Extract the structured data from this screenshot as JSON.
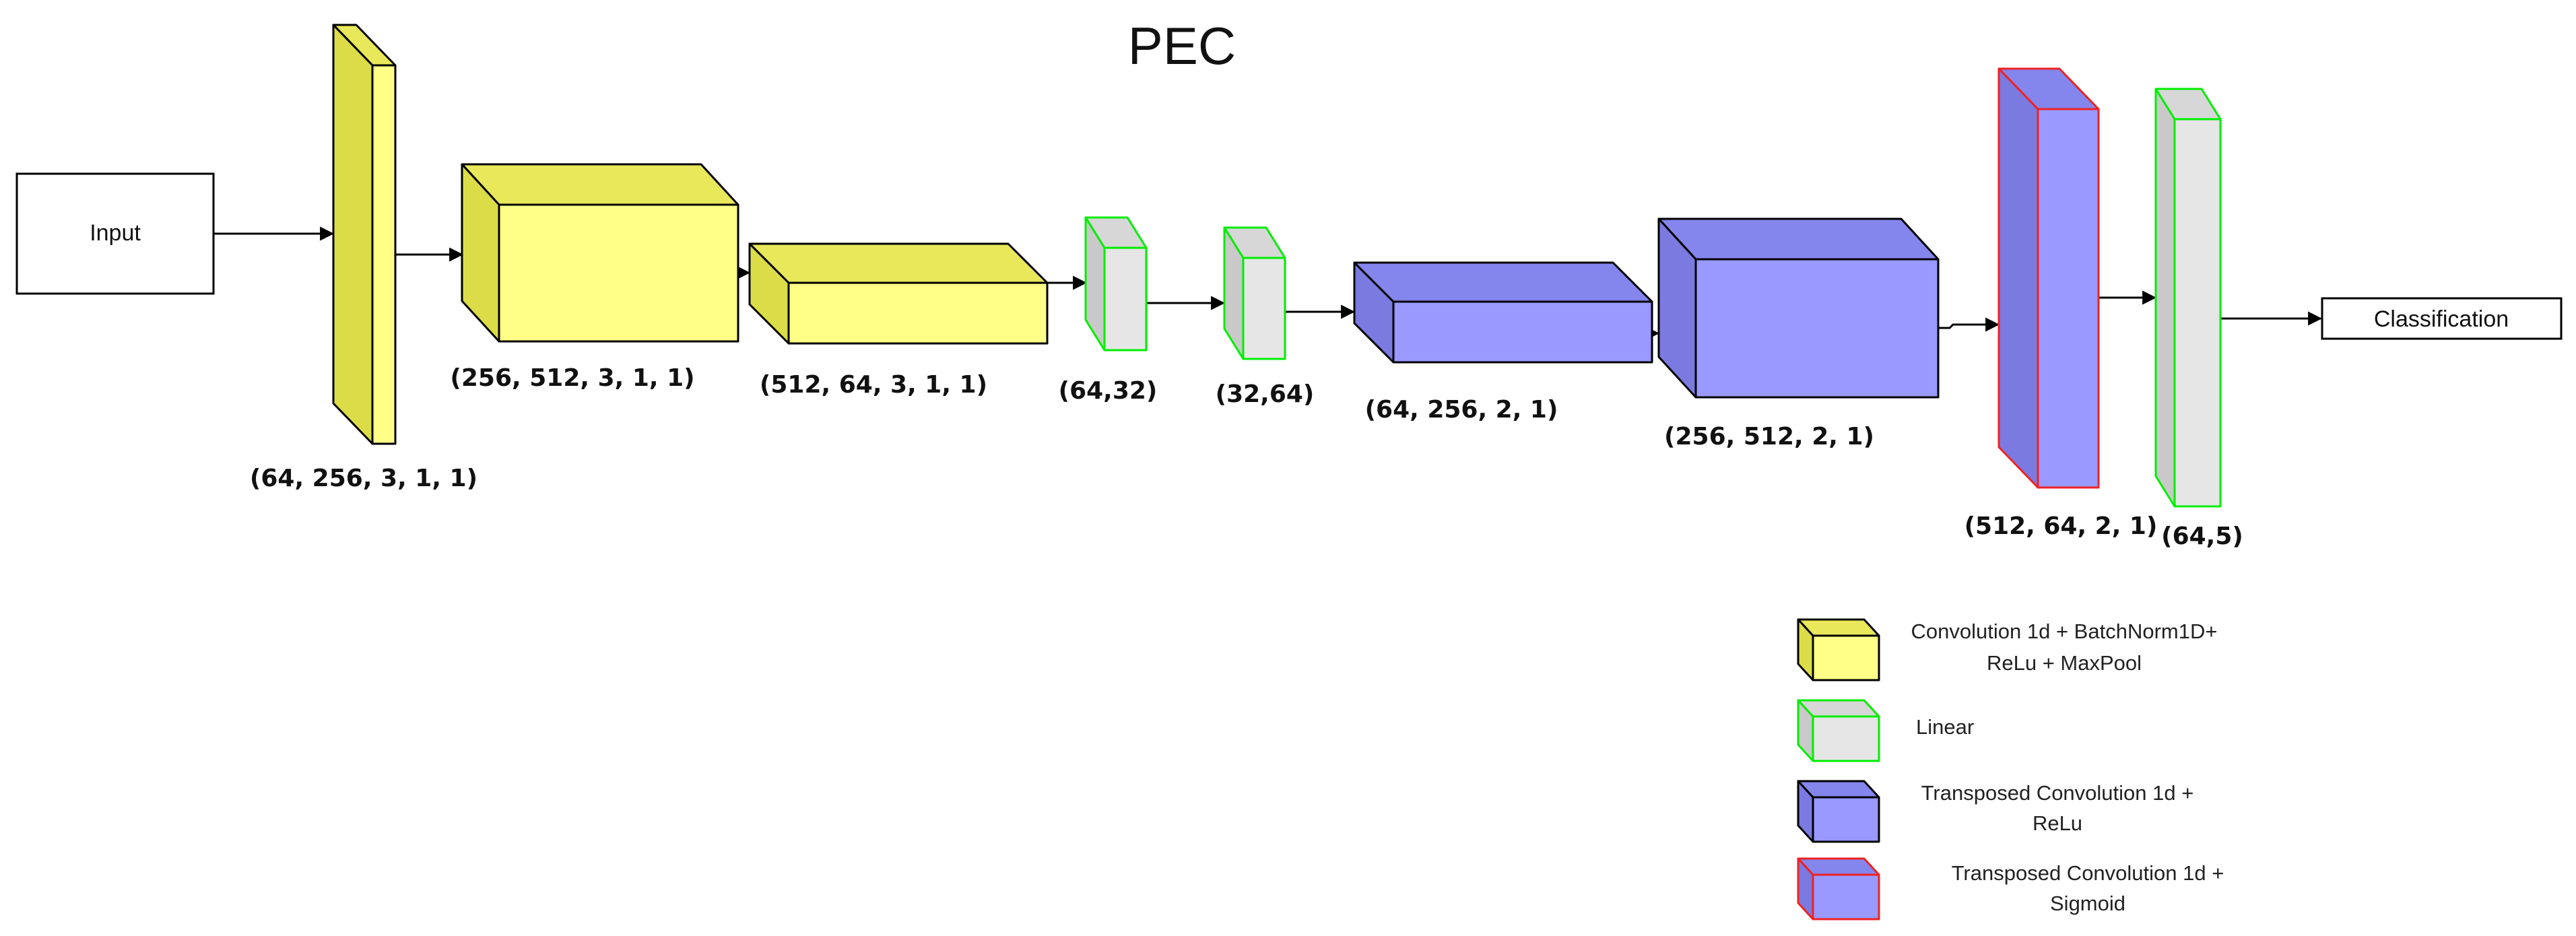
{
  "title": "PEC",
  "input_label": "Input",
  "output_label": "Classification",
  "colors": {
    "conv": "#ffff88",
    "linear": "#e6e6e6",
    "transposed": "#9999ff",
    "linear_stroke": "#00ee00",
    "sigmoid_stroke": "#ee2222"
  },
  "layers": [
    {
      "type": "conv",
      "label": "(64, 256, 3, 1, 1)"
    },
    {
      "type": "conv",
      "label": "(256, 512, 3, 1, 1)"
    },
    {
      "type": "conv",
      "label": "(512, 64, 3, 1, 1)"
    },
    {
      "type": "linear",
      "label": "(64,32)"
    },
    {
      "type": "linear",
      "label": "(32,64)"
    },
    {
      "type": "transposed",
      "label": "(64, 256, 2, 1)"
    },
    {
      "type": "transposed",
      "label": "(256, 512, 2, 1)"
    },
    {
      "type": "sigmoid",
      "label": "(512, 64, 2, 1)"
    },
    {
      "type": "linear",
      "label": "(64,5)"
    }
  ],
  "legend": [
    {
      "type": "conv",
      "line1": "Convolution 1d + BatchNorm1D+",
      "line2": "ReLu + MaxPool"
    },
    {
      "type": "linear",
      "line1": "Linear",
      "line2": ""
    },
    {
      "type": "transposed",
      "line1": "Transposed Convolution 1d +",
      "line2": "ReLu"
    },
    {
      "type": "sigmoid",
      "line1": "Transposed Convolution 1d +",
      "line2": "Sigmoid"
    }
  ]
}
